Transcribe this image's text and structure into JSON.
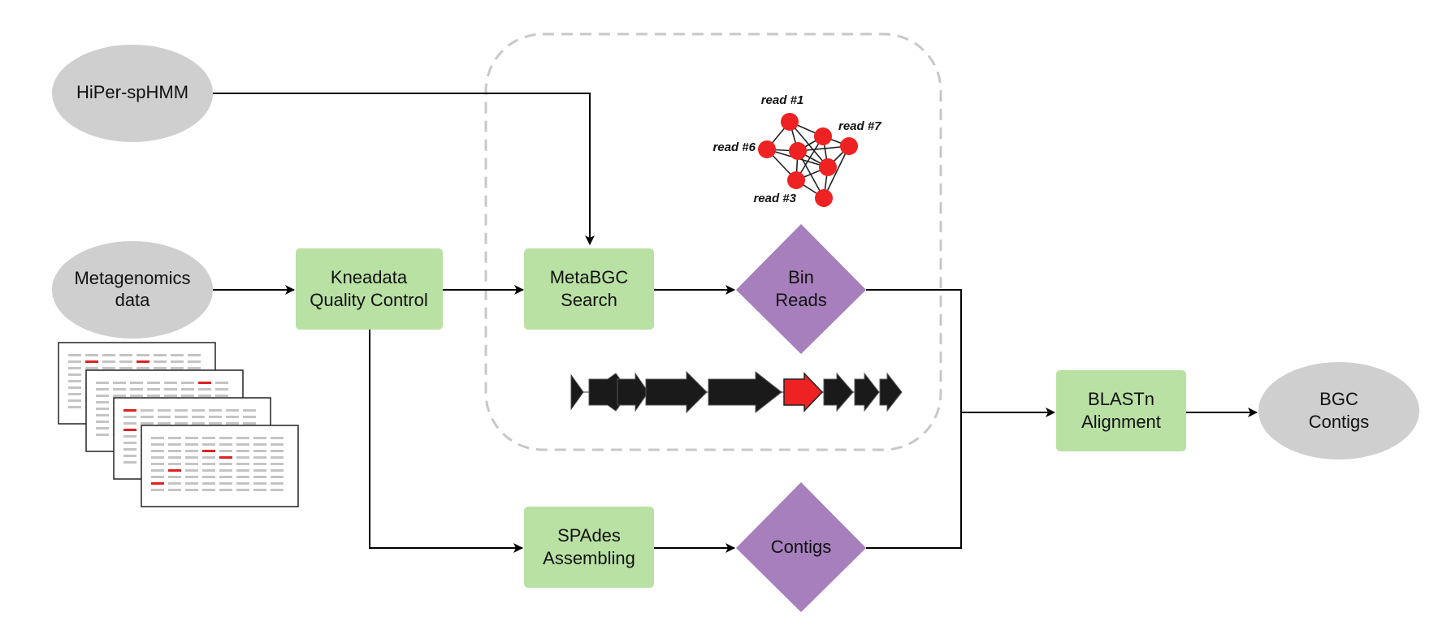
{
  "colors": {
    "ellipse": "#cfcfcf",
    "process": "#b9e1a4",
    "decision": "#a67fbc",
    "read_node": "#ee2222",
    "gene_dark": "#1a1a1a",
    "gene_highlight": "#ee2222",
    "cluster_border": "#c8c8c8",
    "doc_highlight": "#dd2222"
  },
  "nodes": {
    "hiper_sphmm": {
      "lines": [
        "HiPer-spHMM"
      ]
    },
    "metagenomics": {
      "lines": [
        "Metagenomics",
        "data"
      ]
    },
    "kneadata": {
      "lines": [
        "Kneadata",
        "Quality Control"
      ]
    },
    "metabgc": {
      "lines": [
        "MetaBGC",
        "Search"
      ]
    },
    "bin_reads": {
      "lines": [
        "Bin",
        "Reads"
      ]
    },
    "spades": {
      "lines": [
        "SPAdes",
        "Assembling"
      ]
    },
    "contigs": {
      "lines": [
        "Contigs"
      ]
    },
    "blastn": {
      "lines": [
        "BLASTn",
        "Alignment"
      ]
    },
    "bgc_contigs": {
      "lines": [
        "BGC",
        "Contigs"
      ]
    }
  },
  "read_network": {
    "labels": [
      "read #1",
      "read #7",
      "read #6",
      "read #3"
    ]
  },
  "icons": {
    "read_graph": "read-network-icon",
    "gene_cluster": "gene-cluster-icon",
    "documents": "sequence-documents-icon"
  }
}
